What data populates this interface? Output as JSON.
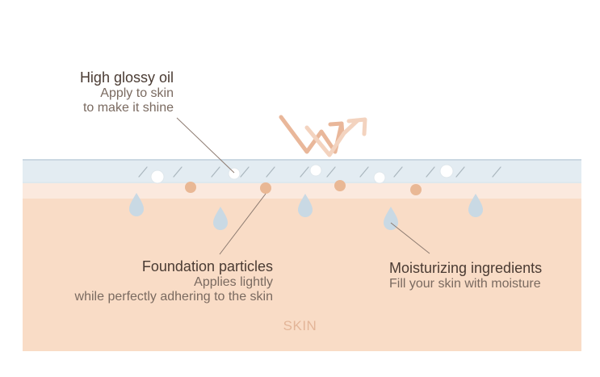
{
  "labels": {
    "oil": {
      "title": "High glossy oil",
      "line1": "Apply to skin",
      "line2": "to make it shine"
    },
    "foundation": {
      "title": "Foundation particles",
      "line1": "Applies lightly",
      "line2": "while perfectly adhering to the skin"
    },
    "moisture": {
      "title": "Moisturizing ingredients",
      "line1": "Fill your skin with moisture"
    },
    "skin": "SKIN"
  },
  "colors": {
    "oil_layer": "#e3ecf2",
    "oil_layer_border": "#cbd8e2",
    "transition_layer": "#fbe9de",
    "skin": "#f9dcc6",
    "particle": "#e9b895",
    "droplet": "#c9d9e4",
    "arrow_dark": "#e9b79a",
    "arrow_light": "#f3d3bf",
    "leader_line": "#8c7a70"
  }
}
